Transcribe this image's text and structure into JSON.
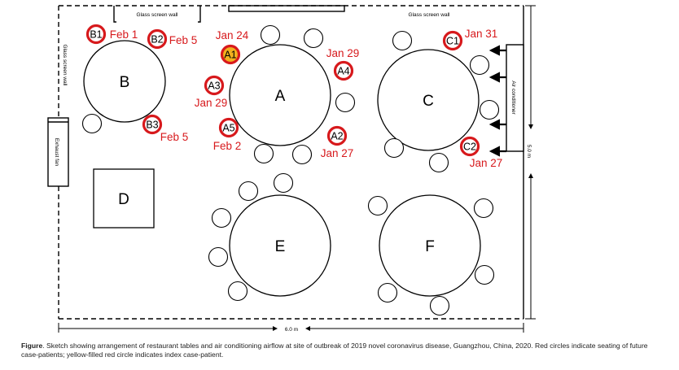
{
  "walls": {
    "top_left_glass": "Glass screen wall",
    "top_right_glass": "Glass screen wall",
    "left_glass": "Glass screen wall",
    "exhaust_fan": "Exhaust fan",
    "air_conditioner": "Air conditioner"
  },
  "dimensions": {
    "width": "6.0 m",
    "height": "5.0 m"
  },
  "tables": [
    {
      "label": "A"
    },
    {
      "label": "B"
    },
    {
      "label": "C"
    },
    {
      "label": "D"
    },
    {
      "label": "E"
    },
    {
      "label": "F"
    }
  ],
  "patients": [
    {
      "id": "A1",
      "date": "Jan 24",
      "index_case": true
    },
    {
      "id": "A2",
      "date": "Jan 27",
      "index_case": false
    },
    {
      "id": "A3",
      "date": "Jan 29",
      "index_case": false
    },
    {
      "id": "A4",
      "date": "Jan 29",
      "index_case": false
    },
    {
      "id": "A5",
      "date": "Feb 2",
      "index_case": false
    },
    {
      "id": "B1",
      "date": "Feb 1",
      "index_case": false
    },
    {
      "id": "B2",
      "date": "Feb 5",
      "index_case": false
    },
    {
      "id": "B3",
      "date": "Feb 5",
      "index_case": false
    },
    {
      "id": "C1",
      "date": "Jan 31",
      "index_case": false
    },
    {
      "id": "C2",
      "date": "Jan 27",
      "index_case": false
    }
  ],
  "colors": {
    "case_ring": "#d7191c",
    "index_fill": "#f2b01e",
    "date_text": "#d7191c"
  },
  "caption": {
    "lead": "Figure",
    "text": ". Sketch showing arrangement of restaurant tables and air conditioning airflow at site of outbreak of 2019 novel coronavirus disease, Guangzhou, China, 2020. Red circles indicate seating of future case-patients; yellow-filled red circle indicates index case-patient."
  }
}
